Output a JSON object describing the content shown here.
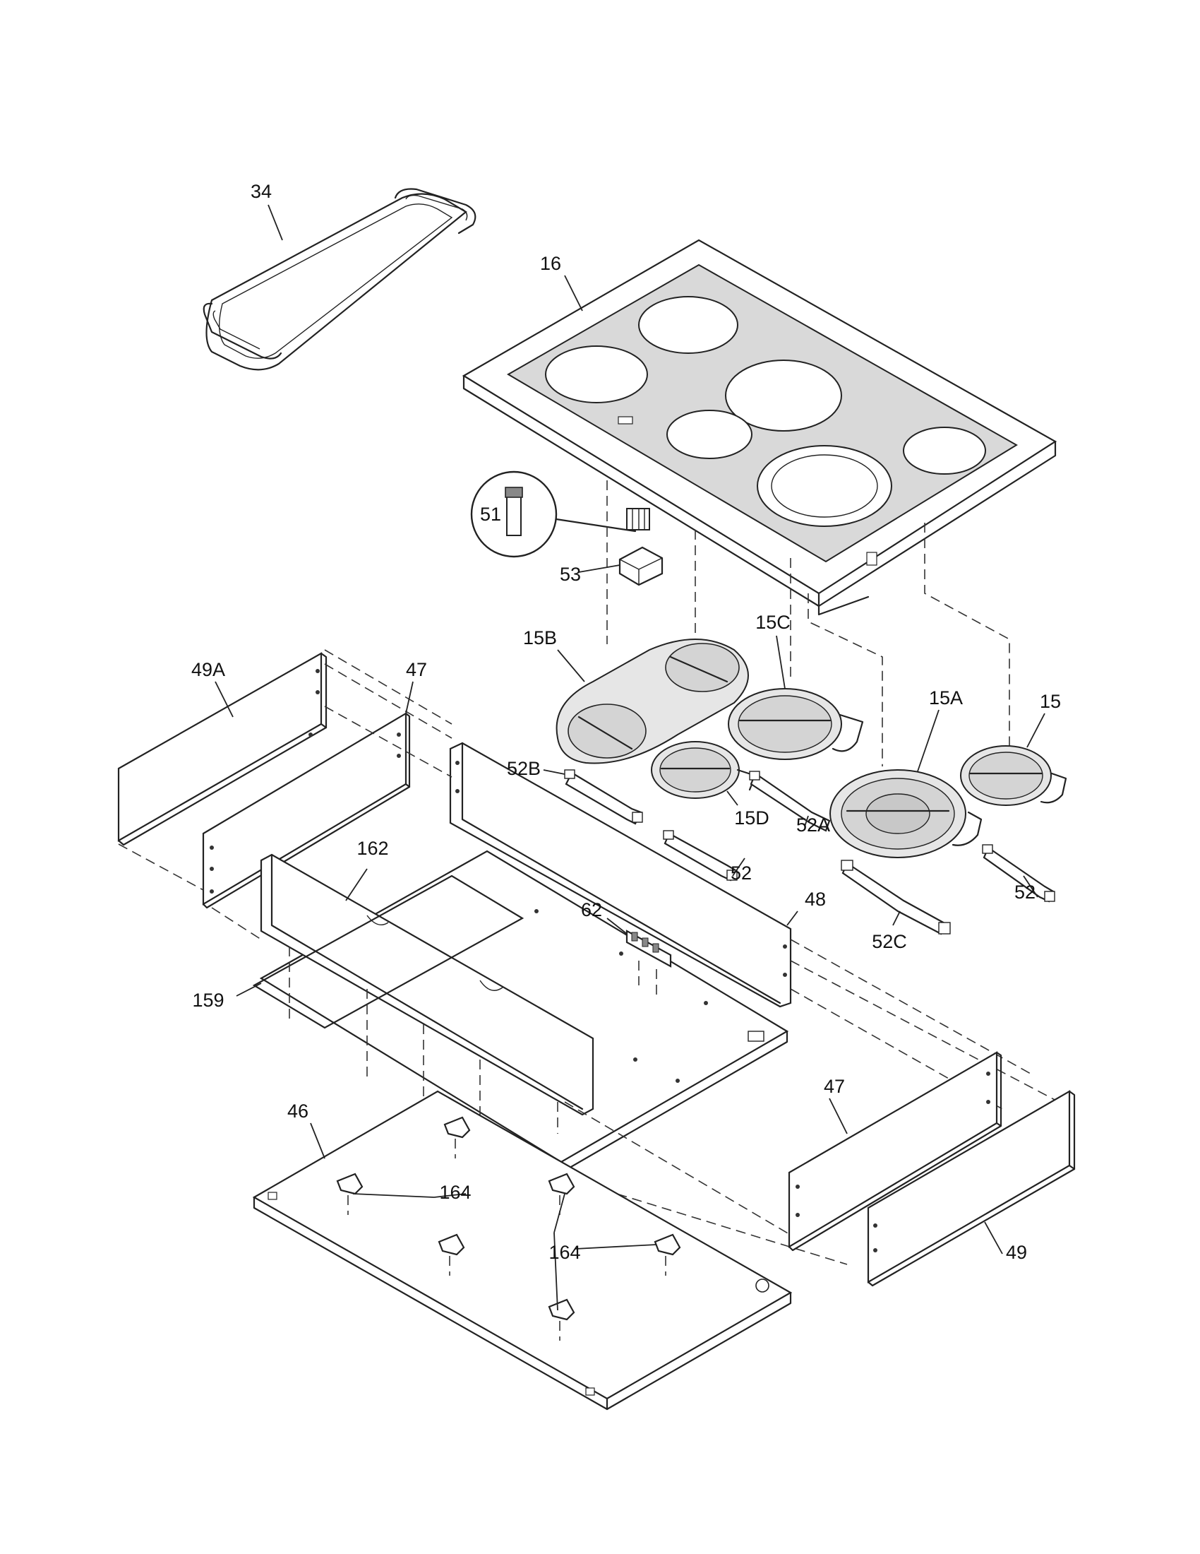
{
  "callouts": {
    "c34": "34",
    "c16": "16",
    "c51": "51",
    "c53": "53",
    "c15B": "15B",
    "c15C": "15C",
    "c15A": "15A",
    "c15": "15",
    "c49A": "49A",
    "c47top": "47",
    "c52B": "52B",
    "c15D": "15D",
    "c52A": "52A",
    "c52mid": "52",
    "c52right": "52",
    "c52C": "52C",
    "c48": "48",
    "c162": "162",
    "c62": "62",
    "c159": "159",
    "c46": "46",
    "c47bottom": "47",
    "c164a": "164",
    "c164b": "164",
    "c49": "49"
  }
}
